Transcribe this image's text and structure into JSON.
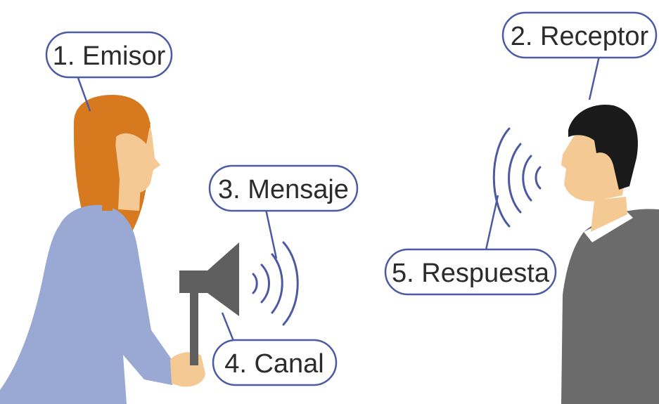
{
  "labels": {
    "emisor": "1. Emisor",
    "receptor": "2. Receptor",
    "mensaje": "3. Mensaje",
    "canal": "4. Canal",
    "respuesta": "5. Respuesta"
  },
  "icons": {
    "sender": "woman-figure",
    "receiver": "man-figure",
    "channel": "megaphone-icon",
    "message_waves": "sound-waves",
    "response_waves": "sound-waves"
  },
  "colors": {
    "label_border": "#4b5aa3",
    "label_text": "#2b2b2b",
    "connector": "#4b5aa3",
    "waves": "#4b5aa3",
    "hair_woman": "#d7791f",
    "skin": "#f4c993",
    "shirt_woman": "#9aa9d4",
    "hair_man": "#1a1a1a",
    "suit_man": "#6b6b6b",
    "megaphone": "#5f5f5f"
  }
}
